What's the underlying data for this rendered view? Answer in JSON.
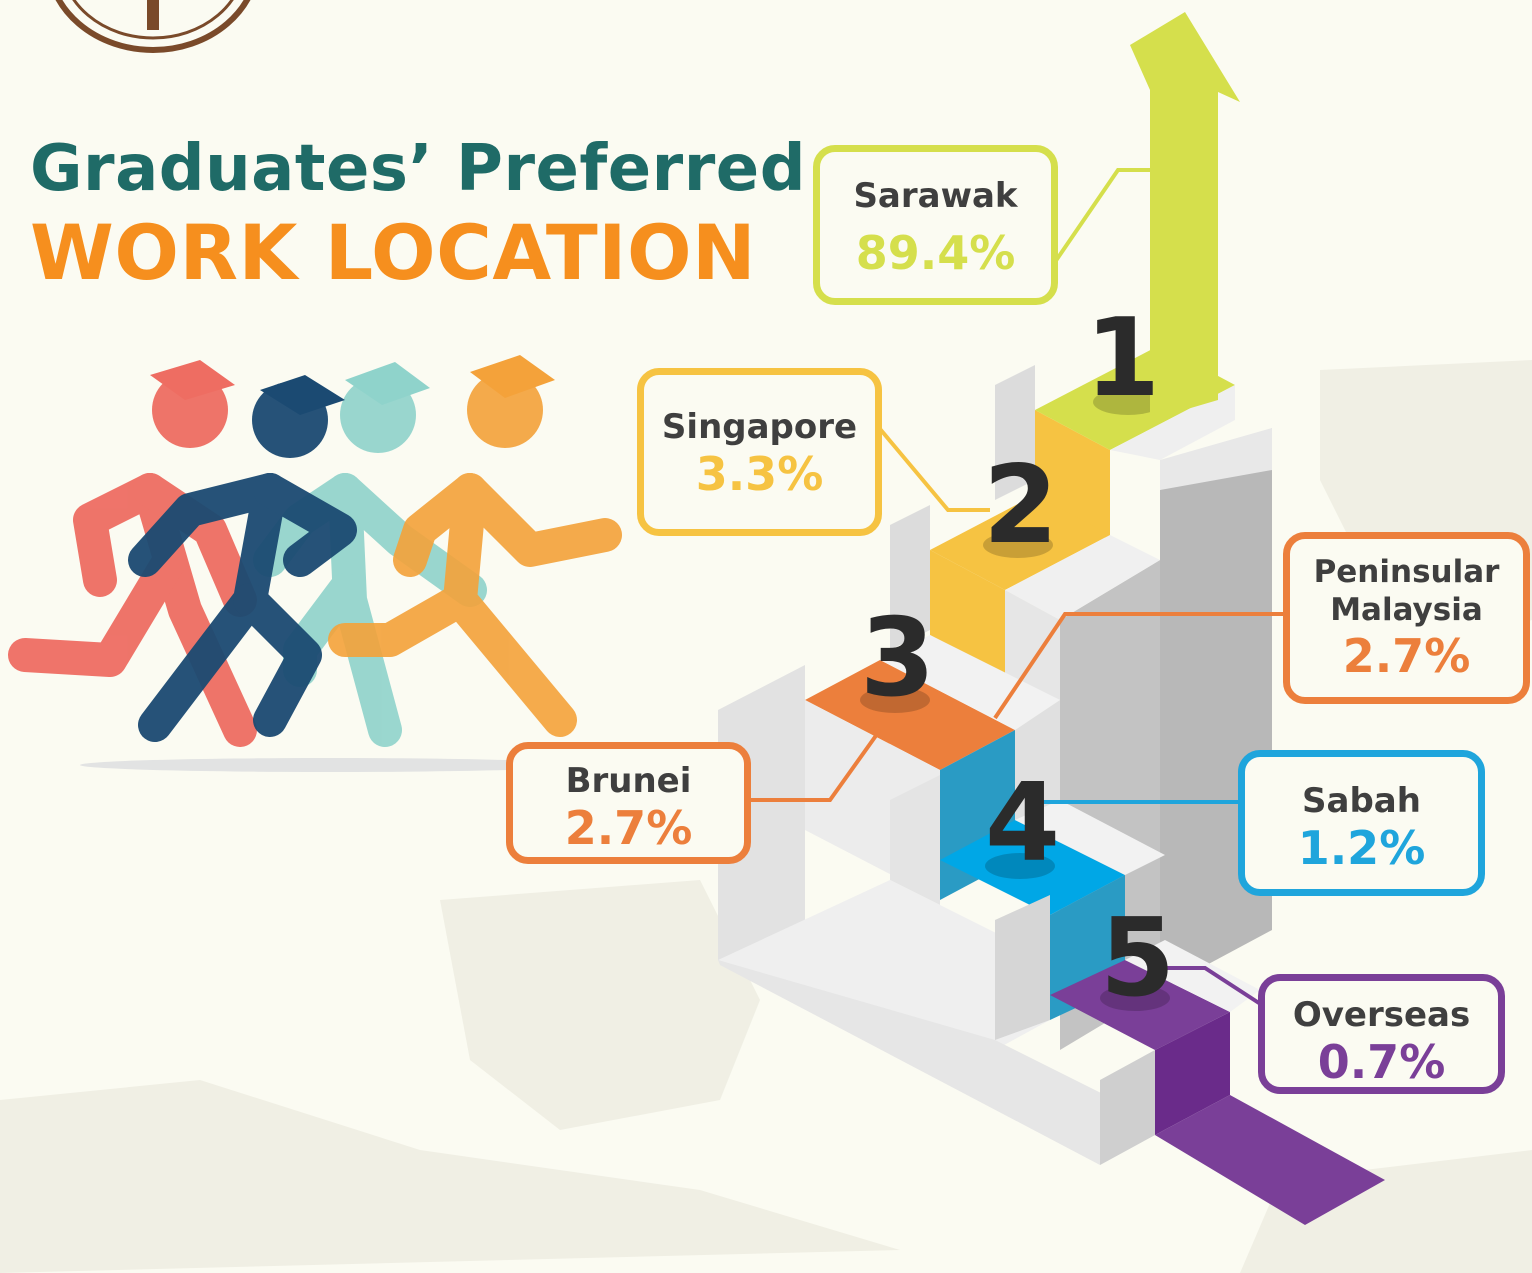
{
  "title_line1": "Graduates’ Preferred",
  "title_line2": "WORK LOCATION",
  "chart_data": {
    "type": "bar",
    "title": "Graduates’ Preferred WORK LOCATION",
    "categories": [
      "Sarawak",
      "Singapore",
      "Peninsular Malaysia",
      "Brunei",
      "Sabah",
      "Overseas"
    ],
    "values": [
      89.4,
      3.3,
      2.7,
      2.7,
      1.2,
      0.7
    ],
    "value_labels": [
      "89.4%",
      "3.3%",
      "2.7%",
      "2.7%",
      "1.2%",
      "0.7%"
    ],
    "step_numbers": [
      "1",
      "2",
      "3",
      "4",
      "5"
    ]
  },
  "colors": {
    "sarawak": "#d5df4c",
    "singapore": "#f6c342",
    "peninsular": "#ec7f3c",
    "brunei": "#ec7f3c",
    "sabah": "#1fa5dc",
    "overseas": "#7a3f98",
    "title_dark": "#1f6b67",
    "title_orange": "#f68f1e"
  },
  "icons": [
    "graduate-runner-icon",
    "graduation-cap-icon",
    "logo-seal-icon",
    "up-arrow-icon"
  ]
}
